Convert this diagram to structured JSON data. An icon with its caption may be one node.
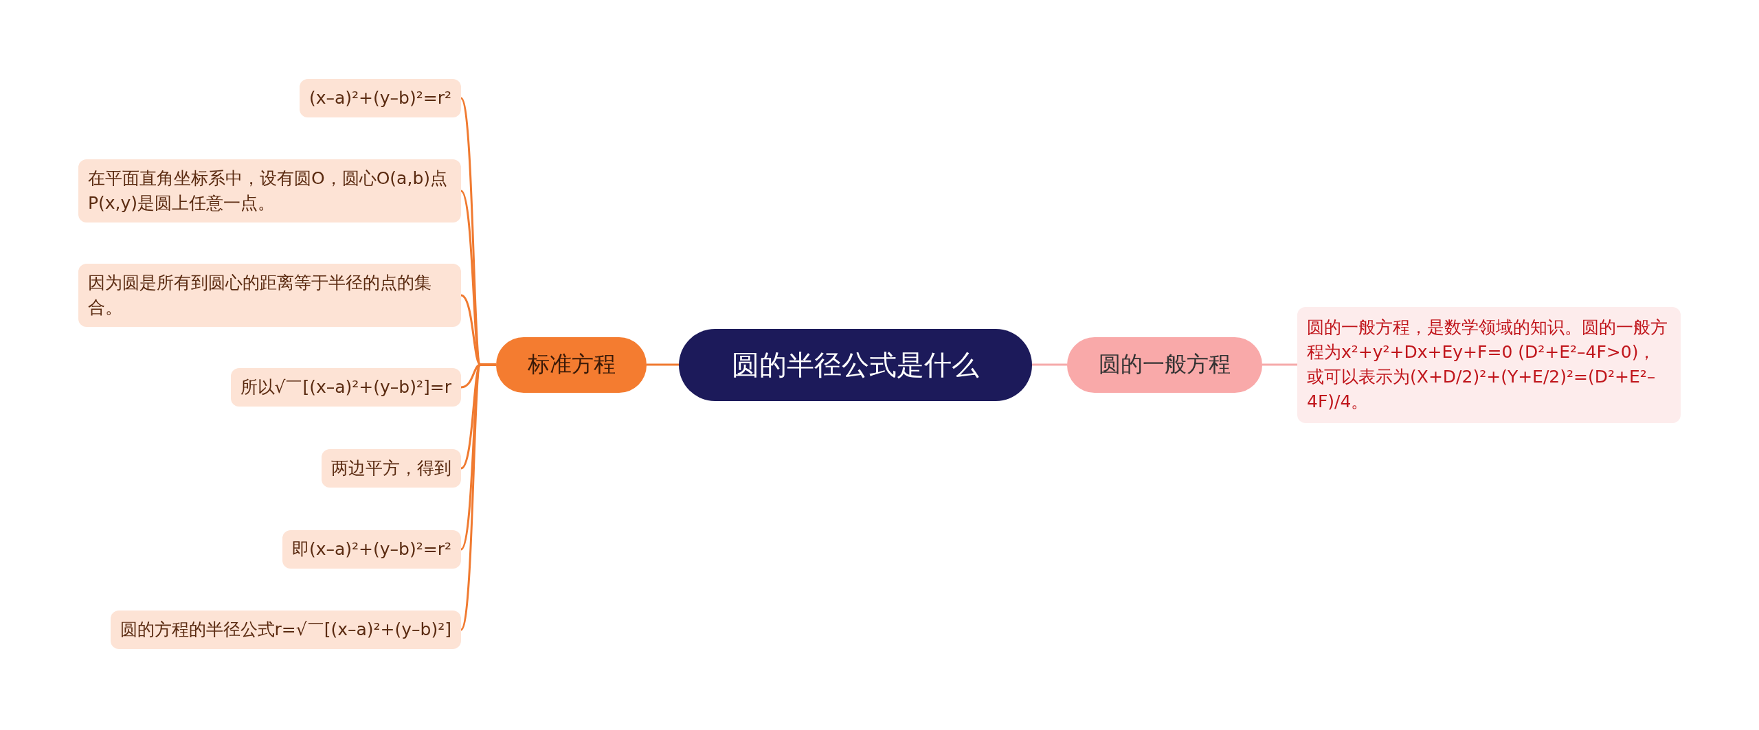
{
  "diagram": {
    "nodes": [
      {
        "text": [
          "圆的半径公式是什么"
        ]
      },
      {
        "text": [
          "标准方程"
        ]
      },
      {
        "text": [
          "(x–a)²+(y–b)²=r²"
        ]
      },
      {
        "text": [
          "在平面直角坐标系中，设有圆O，圆心O(a,b)点P(x,y)是圆上任意一点。"
        ]
      },
      {
        "text": [
          "因为圆是所有到圆心的距离等于半径的点的集合。"
        ]
      },
      {
        "text": [
          "所以√￣[(x–a)²+(y–b)²]=r"
        ]
      },
      {
        "text": [
          "两边平方，得到"
        ]
      },
      {
        "text": [
          "即(x–a)²+(y–b)²=r²"
        ]
      },
      {
        "text": [
          "圆的方程的半径公式r=√￣[(x–a)²+(y–b)²]"
        ]
      },
      {
        "text": [
          "圆的一般方程"
        ]
      },
      {
        "text": [
          "圆的一般方程，是数学领域的知识。圆的一般方程为x²+y²+Dx+Ey+F=0 (D²+E²–4F>0)，或可以表示为(X+D/2)²+(Y+E/2)²=(D²+E²–4F)/4。"
        ]
      }
    ],
    "edges": [
      {
        "from": 0,
        "to": 1,
        "arrow": "none"
      },
      {
        "from": 1,
        "to": 2,
        "arrow": "none"
      },
      {
        "from": 1,
        "to": 3,
        "arrow": "none"
      },
      {
        "from": 1,
        "to": 4,
        "arrow": "none"
      },
      {
        "from": 1,
        "to": 5,
        "arrow": "none"
      },
      {
        "from": 1,
        "to": 6,
        "arrow": "none"
      },
      {
        "from": 1,
        "to": 7,
        "arrow": "none"
      },
      {
        "from": 1,
        "to": 8,
        "arrow": "none"
      },
      {
        "from": 0,
        "to": 9,
        "arrow": "none",
        "color": "#f5aaaa"
      },
      {
        "from": 9,
        "to": 10,
        "arrow": "none",
        "color": "#f5aaaa"
      }
    ]
  }
}
